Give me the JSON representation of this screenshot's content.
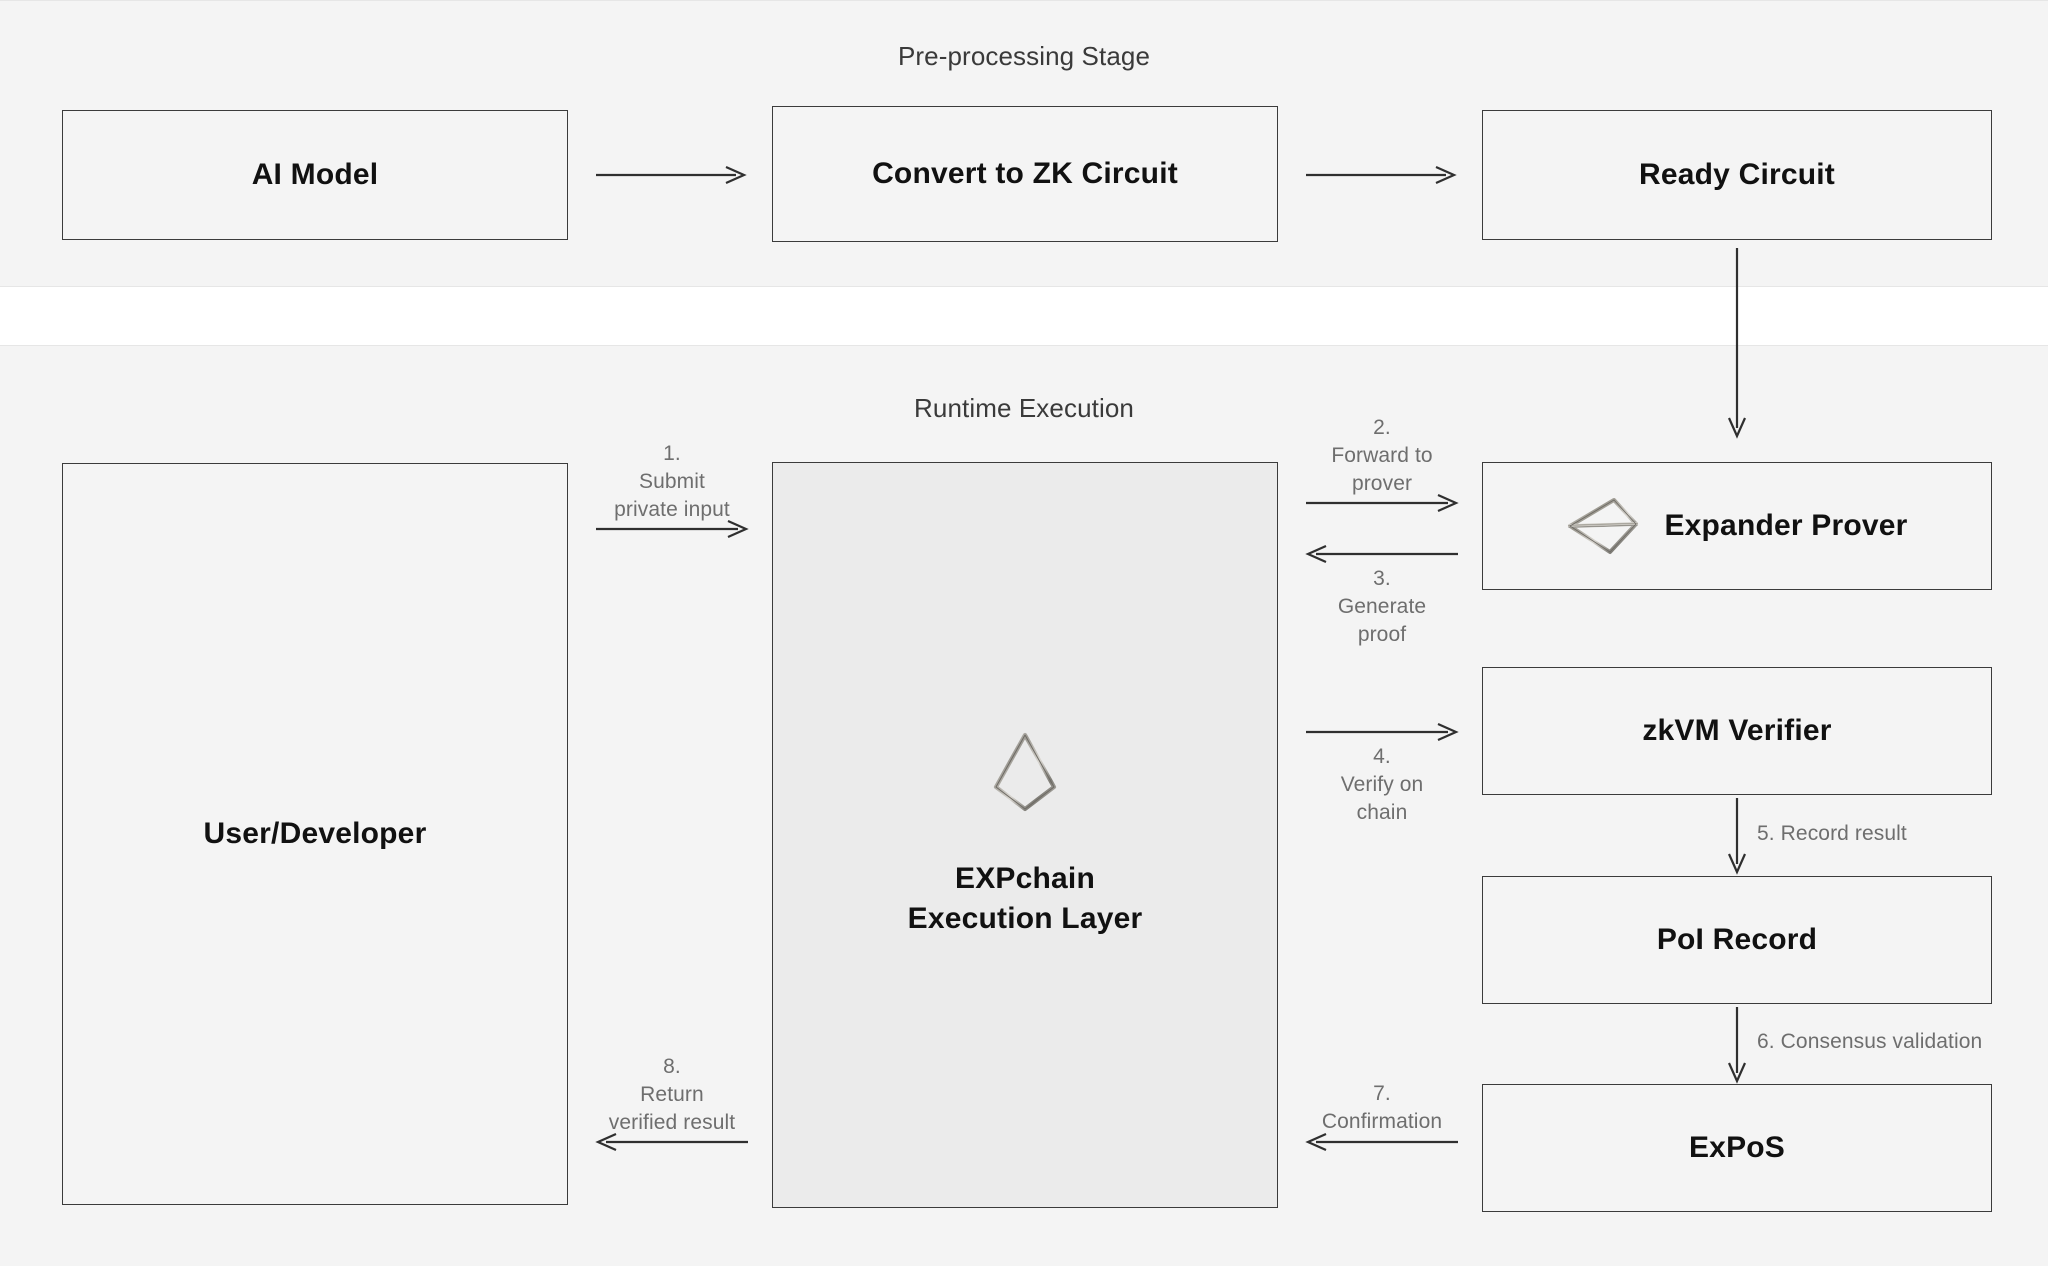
{
  "sections": {
    "preprocessing": {
      "title": "Pre-processing Stage"
    },
    "runtime": {
      "title": "Runtime Execution"
    }
  },
  "nodes": {
    "ai_model": {
      "label": "AI Model"
    },
    "convert": {
      "label": "Convert to ZK Circuit"
    },
    "ready_circuit": {
      "label": "Ready Circuit"
    },
    "user_developer": {
      "label": "User/Developer"
    },
    "expchain": {
      "line1": "EXPchain",
      "line2": "Execution Layer",
      "logo": "expchain-pyramid-logo"
    },
    "expander_prover": {
      "label": "Expander Prover",
      "logo": "expander-kite-logo"
    },
    "zkvm_verifier": {
      "label": "zkVM Verifier"
    },
    "poi_record": {
      "label": "PoI Record"
    },
    "expos": {
      "label": "ExPoS"
    }
  },
  "edges": {
    "ai_to_convert": {
      "label": ""
    },
    "convert_to_ready": {
      "label": ""
    },
    "ready_to_expander": {
      "label": ""
    },
    "step1": {
      "label": "1.\nSubmit\nprivate input"
    },
    "step2": {
      "label": "2.\nForward to\nprover"
    },
    "step3": {
      "label": "3.\nGenerate\nproof"
    },
    "step4": {
      "label": "4.\nVerify on\nchain"
    },
    "step5": {
      "label": "5. Record result"
    },
    "step6": {
      "label": "6. Consensus validation"
    },
    "step7": {
      "label": "7.\nConfirmation"
    },
    "step8": {
      "label": "8.\nReturn\nverified result"
    }
  },
  "colors": {
    "panel_background": "#f4f4f4",
    "node_border": "#3b3b3b",
    "node_text": "#111111",
    "edge_text": "#6e6e6e",
    "expchain_fill": "#ebebeb",
    "connector": "#2f2f2f"
  }
}
